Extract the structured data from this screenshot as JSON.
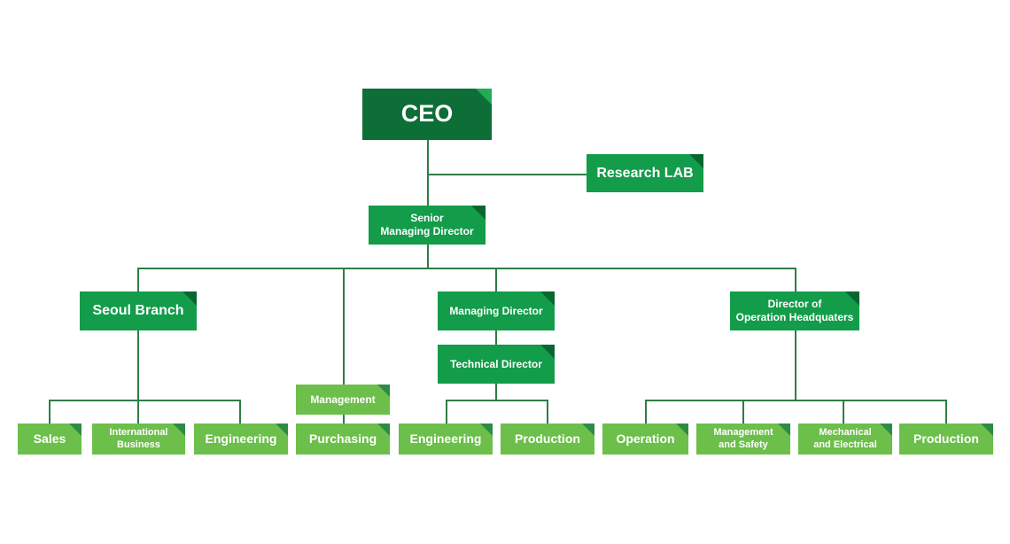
{
  "colors": {
    "dark": "#0e6e38",
    "mid": "#139c4a",
    "light": "#6cbf4a",
    "line": "#2e7d45"
  },
  "nodes": {
    "ceo": "CEO",
    "research_lab": "Research LAB",
    "senior_managing_director": "Senior\nManaging Director",
    "seoul_branch": "Seoul Branch",
    "managing_director": "Managing Director",
    "technical_director": "Technical Director",
    "director_operation_hq": "Director of\nOperation Headquaters",
    "management": "Management",
    "sales": "Sales",
    "international_business": "International\nBusiness",
    "engineering_seoul": "Engineering",
    "purchasing": "Purchasing",
    "engineering_tech": "Engineering",
    "production_tech": "Production",
    "operation": "Operation",
    "management_and_safety": "Management\nand Safety",
    "mechanical_and_electrical": "Mechanical\nand Electrical",
    "production_ops": "Production"
  },
  "edges": [
    [
      "ceo",
      "research_lab"
    ],
    [
      "ceo",
      "senior_managing_director"
    ],
    [
      "senior_managing_director",
      "seoul_branch"
    ],
    [
      "senior_managing_director",
      "management"
    ],
    [
      "senior_managing_director",
      "managing_director"
    ],
    [
      "senior_managing_director",
      "director_operation_hq"
    ],
    [
      "managing_director",
      "technical_director"
    ],
    [
      "management",
      "purchasing"
    ],
    [
      "seoul_branch",
      "sales"
    ],
    [
      "seoul_branch",
      "international_business"
    ],
    [
      "seoul_branch",
      "engineering_seoul"
    ],
    [
      "technical_director",
      "engineering_tech"
    ],
    [
      "technical_director",
      "production_tech"
    ],
    [
      "director_operation_hq",
      "operation"
    ],
    [
      "director_operation_hq",
      "management_and_safety"
    ],
    [
      "director_operation_hq",
      "mechanical_and_electrical"
    ],
    [
      "director_operation_hq",
      "production_ops"
    ]
  ]
}
